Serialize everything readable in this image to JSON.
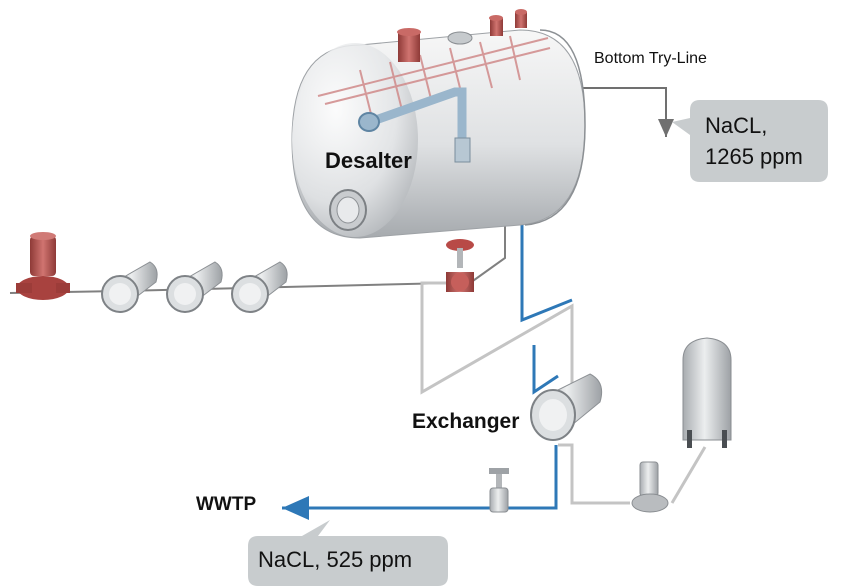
{
  "labels": {
    "bottom_line": "Bottom Try-Line",
    "desalter": "Desalter",
    "exchanger": "Exchanger",
    "wwtp": "WWTP"
  },
  "callouts": {
    "top": {
      "line1": "NaCL,",
      "line2": "1265 ppm"
    },
    "bottom": {
      "text": "NaCL, 525 ppm"
    }
  },
  "colors": {
    "brine_line": "#2e78b7",
    "process_line": "#808080",
    "return_line": "#c4c4c4",
    "callout_fill": "#c8ccce",
    "vessel": "#e2e4e6",
    "red_accent": "#b8504c"
  }
}
